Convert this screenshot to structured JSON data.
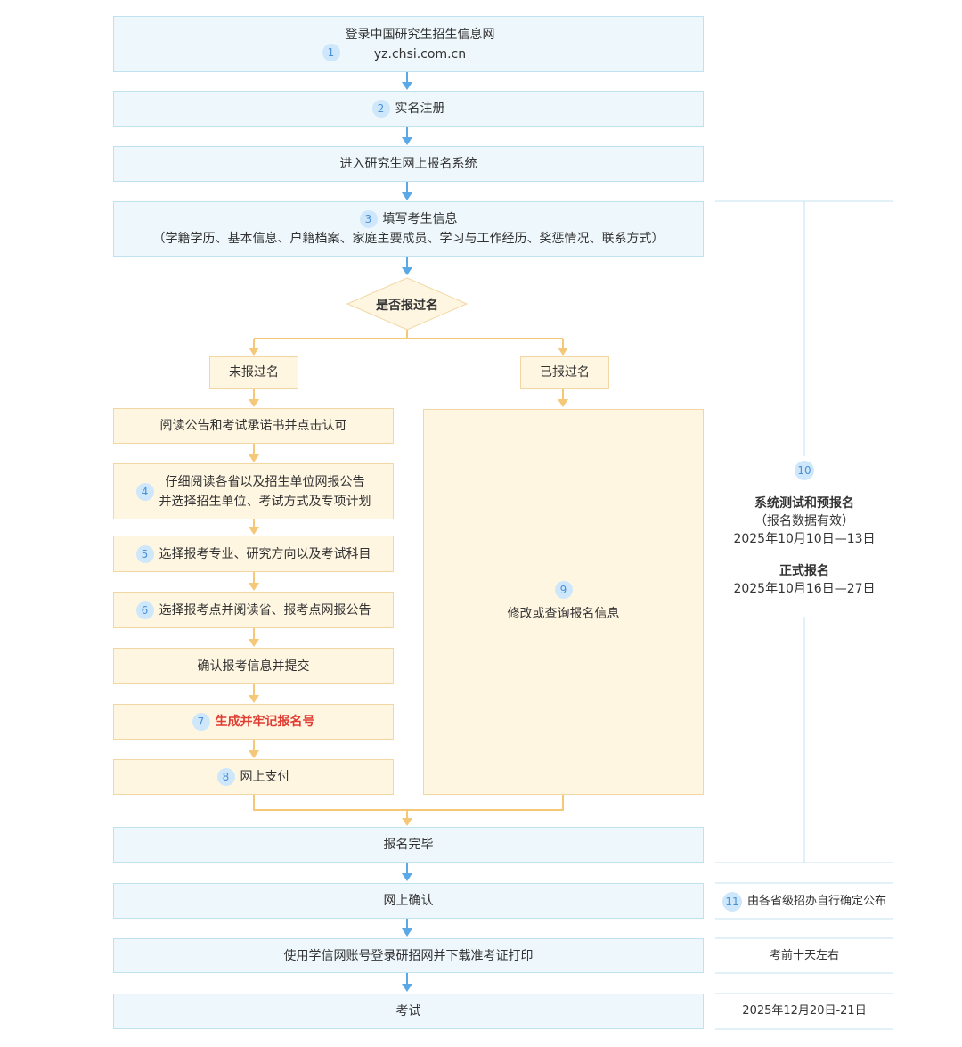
{
  "steps": {
    "s1": {
      "num": "1",
      "line1": "登录中国研究生招生信息网",
      "line2": "yz.chsi.com.cn"
    },
    "s2": {
      "num": "2",
      "label": "实名注册"
    },
    "enter": {
      "label": "进入研究生网上报名系统"
    },
    "s3": {
      "num": "3",
      "line1": "填写考生信息",
      "line2": "（学籍学历、基本信息、户籍档案、家庭主要成员、学习与工作经历、奖惩情况、联系方式）"
    },
    "decision": {
      "label": "是否报过名"
    },
    "not_registered": {
      "label": "未报过名"
    },
    "registered": {
      "label": "已报过名"
    },
    "read_notice": {
      "label": "阅读公告和考试承诺书并点击认可"
    },
    "s4": {
      "num": "4",
      "line1": "仔细阅读各省以及招生单位网报公告",
      "line2": "并选择招生单位、考试方式及专项计划"
    },
    "s5": {
      "num": "5",
      "label": "选择报考专业、研究方向以及考试科目"
    },
    "s6": {
      "num": "6",
      "label": "选择报考点并阅读省、报考点网报公告"
    },
    "confirm_submit": {
      "label": "确认报考信息并提交"
    },
    "s7": {
      "num": "7",
      "label": "生成并牢记报名号"
    },
    "s8": {
      "num": "8",
      "label": "网上支付"
    },
    "s9": {
      "num": "9",
      "label": "修改或查询报名信息"
    },
    "complete": {
      "label": "报名完毕"
    },
    "online_confirm": {
      "label": "网上确认"
    },
    "print": {
      "label": "使用学信网账号登录研招网并下载准考证打印"
    },
    "exam": {
      "label": "考试"
    }
  },
  "side": {
    "s10": {
      "num": "10",
      "title1": "系统测试和预报名",
      "paren": "（报名数据有效）",
      "date1": "2025年10月10日—13日",
      "title2": "正式报名",
      "date2": "2025年10月16日—27日"
    },
    "s11": {
      "num": "11",
      "label": "由各省级招办自行确定公布"
    },
    "print_time": {
      "label": "考前十天左右"
    },
    "exam_date": {
      "label": "2025年12月20日-21日"
    }
  },
  "colors": {
    "blue_fill": "#eef7fc",
    "blue_border": "#bfe1f2",
    "blue_arrow": "#5aa9e6",
    "orange_fill": "#fff6e2",
    "orange_border": "#f2d7a2",
    "orange_arrow": "#f5c778",
    "highlight": "#e03c31"
  }
}
